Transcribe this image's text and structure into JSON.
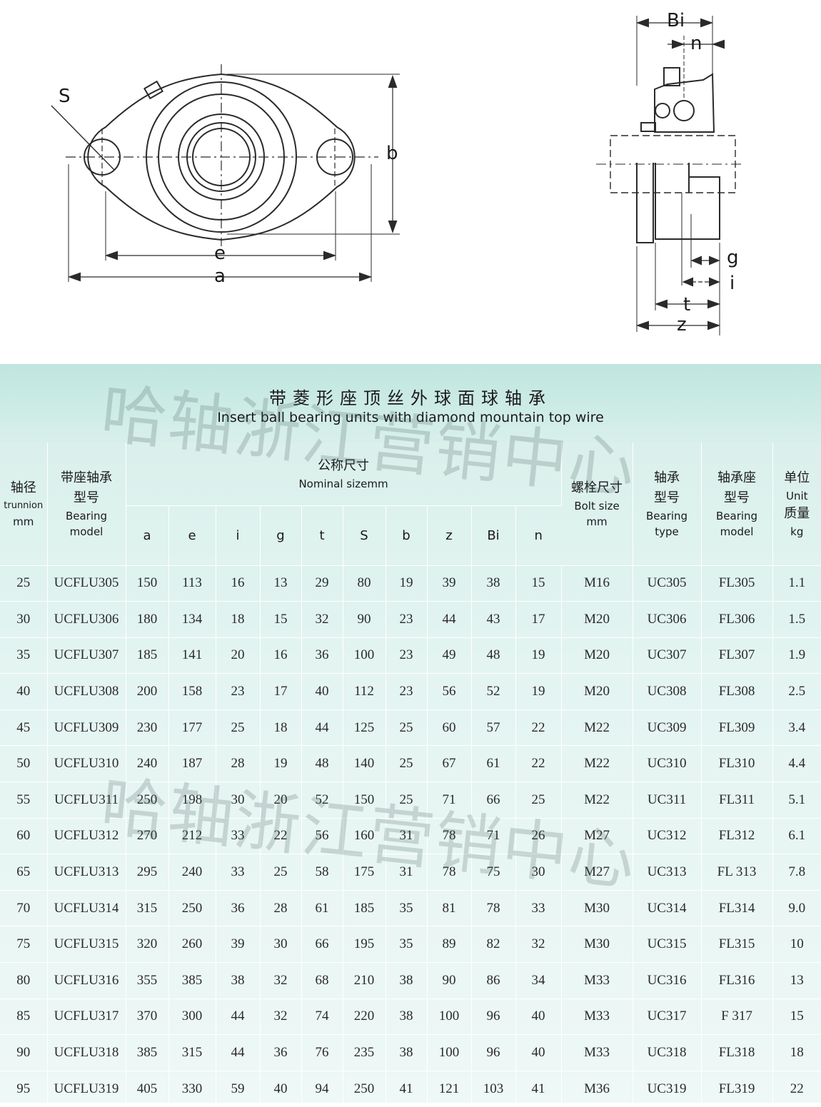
{
  "drawing_labels": {
    "s": "S",
    "b": "b",
    "e": "e",
    "a": "a",
    "bi": "Bi",
    "n": "n",
    "g": "g",
    "i": "i",
    "t": "t",
    "z": "z"
  },
  "title": {
    "zh": "带菱形座顶丝外球面球轴承",
    "en": "Insert ball bearing units with diamond mountain top wire"
  },
  "watermark": "哈轴浙江营销中心",
  "header": {
    "trunnion": {
      "zh": "轴径",
      "en": "trunnion",
      "unit": "mm"
    },
    "bearing_model": {
      "zh1": "带座轴承",
      "zh2": "型号",
      "en1": "Bearing",
      "en2": "model"
    },
    "nominal": {
      "zh": "公称尺寸",
      "en": "Nominal sizemm"
    },
    "sub": [
      "a",
      "e",
      "i",
      "g",
      "t",
      "S",
      "b",
      "z",
      "Bi",
      "n"
    ],
    "bolt": {
      "zh": "螺栓尺寸",
      "en": "Bolt size",
      "unit": "mm"
    },
    "bearing_type": {
      "zh1": "轴承",
      "zh2": "型号",
      "en1": "Bearing",
      "en2": "type"
    },
    "housing_model": {
      "zh1": "轴承座",
      "zh2": "型号",
      "en1": "Bearing",
      "en2": "model"
    },
    "mass": {
      "zh1": "单位",
      "en": "Unit",
      "zh2": "质量",
      "unit": "kg"
    }
  },
  "rows": [
    [
      "25",
      "UCFLU305",
      "150",
      "113",
      "16",
      "13",
      "29",
      "80",
      "19",
      "39",
      "38",
      "15",
      "M16",
      "UC305",
      "FL305",
      "1.1"
    ],
    [
      "30",
      "UCFLU306",
      "180",
      "134",
      "18",
      "15",
      "32",
      "90",
      "23",
      "44",
      "43",
      "17",
      "M20",
      "UC306",
      "FL306",
      "1.5"
    ],
    [
      "35",
      "UCFLU307",
      "185",
      "141",
      "20",
      "16",
      "36",
      "100",
      "23",
      "49",
      "48",
      "19",
      "M20",
      "UC307",
      "FL307",
      "1.9"
    ],
    [
      "40",
      "UCFLU308",
      "200",
      "158",
      "23",
      "17",
      "40",
      "112",
      "23",
      "56",
      "52",
      "19",
      "M20",
      "UC308",
      "FL308",
      "2.5"
    ],
    [
      "45",
      "UCFLU309",
      "230",
      "177",
      "25",
      "18",
      "44",
      "125",
      "25",
      "60",
      "57",
      "22",
      "M22",
      "UC309",
      "FL309",
      "3.4"
    ],
    [
      "50",
      "UCFLU310",
      "240",
      "187",
      "28",
      "19",
      "48",
      "140",
      "25",
      "67",
      "61",
      "22",
      "M22",
      "UC310",
      "FL310",
      "4.4"
    ],
    [
      "55",
      "UCFLU311",
      "250",
      "198",
      "30",
      "20",
      "52",
      "150",
      "25",
      "71",
      "66",
      "25",
      "M22",
      "UC311",
      "FL311",
      "5.1"
    ],
    [
      "60",
      "UCFLU312",
      "270",
      "212",
      "33",
      "22",
      "56",
      "160",
      "31",
      "78",
      "71",
      "26",
      "M27",
      "UC312",
      "FL312",
      "6.1"
    ],
    [
      "65",
      "UCFLU313",
      "295",
      "240",
      "33",
      "25",
      "58",
      "175",
      "31",
      "78",
      "75",
      "30",
      "M27",
      "UC313",
      "FL 313",
      "7.8"
    ],
    [
      "70",
      "UCFLU314",
      "315",
      "250",
      "36",
      "28",
      "61",
      "185",
      "35",
      "81",
      "78",
      "33",
      "M30",
      "UC314",
      "FL314",
      "9.0"
    ],
    [
      "75",
      "UCFLU315",
      "320",
      "260",
      "39",
      "30",
      "66",
      "195",
      "35",
      "89",
      "82",
      "32",
      "M30",
      "UC315",
      "FL315",
      "10"
    ],
    [
      "80",
      "UCFLU316",
      "355",
      "385",
      "38",
      "32",
      "68",
      "210",
      "38",
      "90",
      "86",
      "34",
      "M33",
      "UC316",
      "FL316",
      "13"
    ],
    [
      "85",
      "UCFLU317",
      "370",
      "300",
      "44",
      "32",
      "74",
      "220",
      "38",
      "100",
      "96",
      "40",
      "M33",
      "UC317",
      "F 317",
      "15"
    ],
    [
      "90",
      "UCFLU318",
      "385",
      "315",
      "44",
      "36",
      "76",
      "235",
      "38",
      "100",
      "96",
      "40",
      "M33",
      "UC318",
      "FL318",
      "18"
    ],
    [
      "95",
      "UCFLU319",
      "405",
      "330",
      "59",
      "40",
      "94",
      "250",
      "41",
      "121",
      "103",
      "41",
      "M36",
      "UC319",
      "FL319",
      "22"
    ]
  ]
}
